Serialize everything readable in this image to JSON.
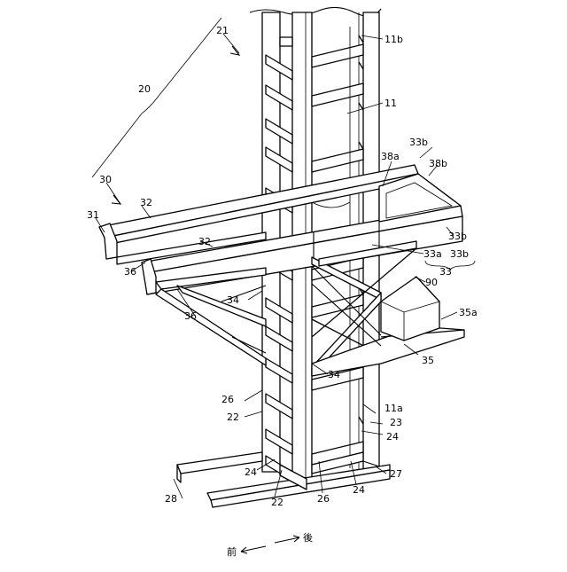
{
  "labels": {
    "l20": "20",
    "l21": "21",
    "l30": "30",
    "l31": "31",
    "l32a": "32",
    "l32b": "32",
    "l36a": "36",
    "l36b": "36",
    "l34a": "34",
    "l34b": "34",
    "l11": "11",
    "l11a": "11a",
    "l11b": "11b",
    "l38a": "38a",
    "l38b": "38b",
    "l33b_top": "33b",
    "l33a": "33a",
    "l33b": "33b",
    "l33": "33",
    "l90": "90",
    "l35a": "35a",
    "l35": "35",
    "l26a": "26",
    "l26b": "26",
    "l22a": "22",
    "l22b": "22",
    "l23": "23",
    "l24a": "24",
    "l24b": "24",
    "l24c": "24",
    "l27": "27",
    "l28": "28"
  },
  "direction": {
    "front": "前",
    "rear": "後"
  }
}
